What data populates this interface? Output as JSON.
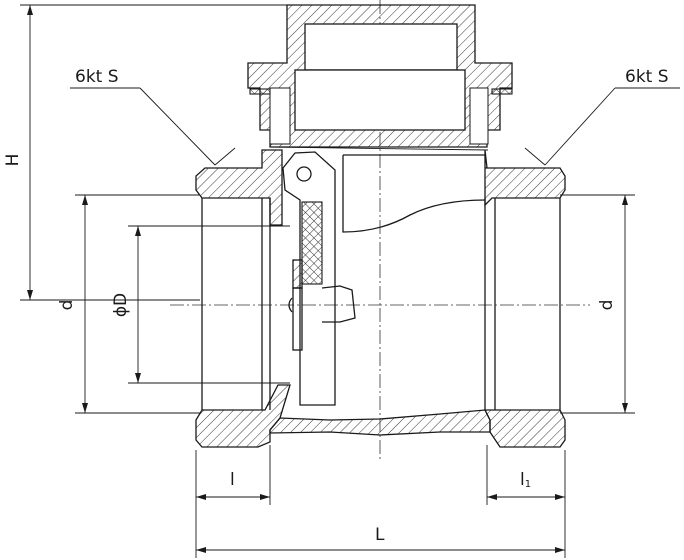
{
  "labels": {
    "hex_left": "6kt S",
    "hex_right": "6kt S",
    "height": "H",
    "thread_left": "d",
    "thread_right": "d",
    "bore": "ϕD",
    "length_left": "l",
    "length_right": "l",
    "length_right_sub": "1",
    "length_total": "L"
  }
}
